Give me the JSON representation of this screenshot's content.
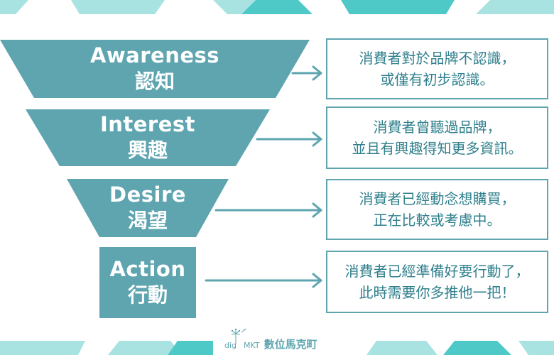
{
  "colors": {
    "funnel": "#5ea5b0",
    "box_border": "#5ea5b0",
    "box_text": "#2f7f8c",
    "decor": "#a8e3e2"
  },
  "stages": [
    {
      "en": "Awareness",
      "zh": "認知",
      "desc_line1": "消費者對於品牌不認識，",
      "desc_line2": "或僅有初步認識。"
    },
    {
      "en": "Interest",
      "zh": "興趣",
      "desc_line1": "消費者曾聽過品牌，",
      "desc_line2": "並且有興趣得知更多資訊。"
    },
    {
      "en": "Desire",
      "zh": "渴望",
      "desc_line1": "消費者已經動念想購買，",
      "desc_line2": "正在比較或考慮中。"
    },
    {
      "en": "Action",
      "zh": "行動",
      "desc_line1": "消費者已經準備好要行動了，",
      "desc_line2": "此時需要你多推他一把！"
    }
  ],
  "brand": {
    "dig": "dig",
    "mkt": "MKT",
    "name": "數位馬克町"
  }
}
